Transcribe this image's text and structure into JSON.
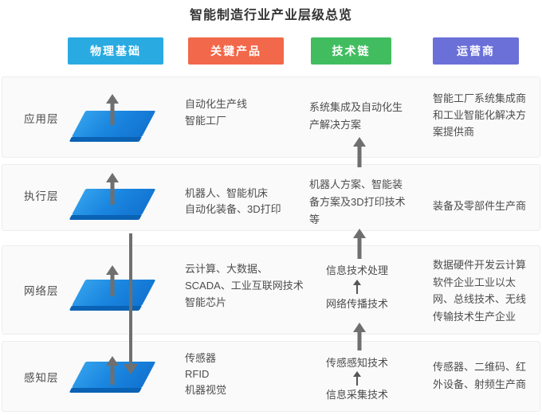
{
  "title": "智能制造行业产业层级总览",
  "headers": [
    {
      "label": "物理基础",
      "color": "#29ABE2"
    },
    {
      "label": "关键产品",
      "color": "#F2684A"
    },
    {
      "label": "技术链",
      "color": "#41BD60"
    },
    {
      "label": "运营商",
      "color": "#6A70D8"
    }
  ],
  "colors": {
    "platform_top": "#1B87E0",
    "platform_side": "#0A62B4",
    "arrow": "#6F6F6F",
    "panel_bg": "#FAFAFA",
    "text": "#4D4D4D"
  },
  "rows": [
    {
      "label": "应用层",
      "products": "自动化生产线\n智能工厂",
      "tech": "系统集成及自动化生\n产解决方案",
      "operators": "智能工厂系统集成商\n和工业智能化解决方\n案提供商"
    },
    {
      "label": "执行层",
      "products": "机器人、智能机床\n自动化装备、3D打印",
      "tech": "机器人方案、智能装\n备方案及3D打印技术\n等",
      "operators": "装备及零部件生产商"
    },
    {
      "label": "网络层",
      "products": "云计算、大数据、\nSCADA、工业互联网技术\n智能芯片",
      "tech_top": "信息技术处理",
      "tech_bottom": "网络传播技术",
      "operators": "数据硬件开发云计算\n软件企业工业以太\n网、总线技术、无线\n传输技术生产企业"
    },
    {
      "label": "感知层",
      "products": "传感器\nRFID\n机器视觉",
      "tech_top": "传感感知技术",
      "tech_bottom": "信息采集技术",
      "operators": "传感器、二维码、红\n外设备、射频生产商"
    }
  ]
}
